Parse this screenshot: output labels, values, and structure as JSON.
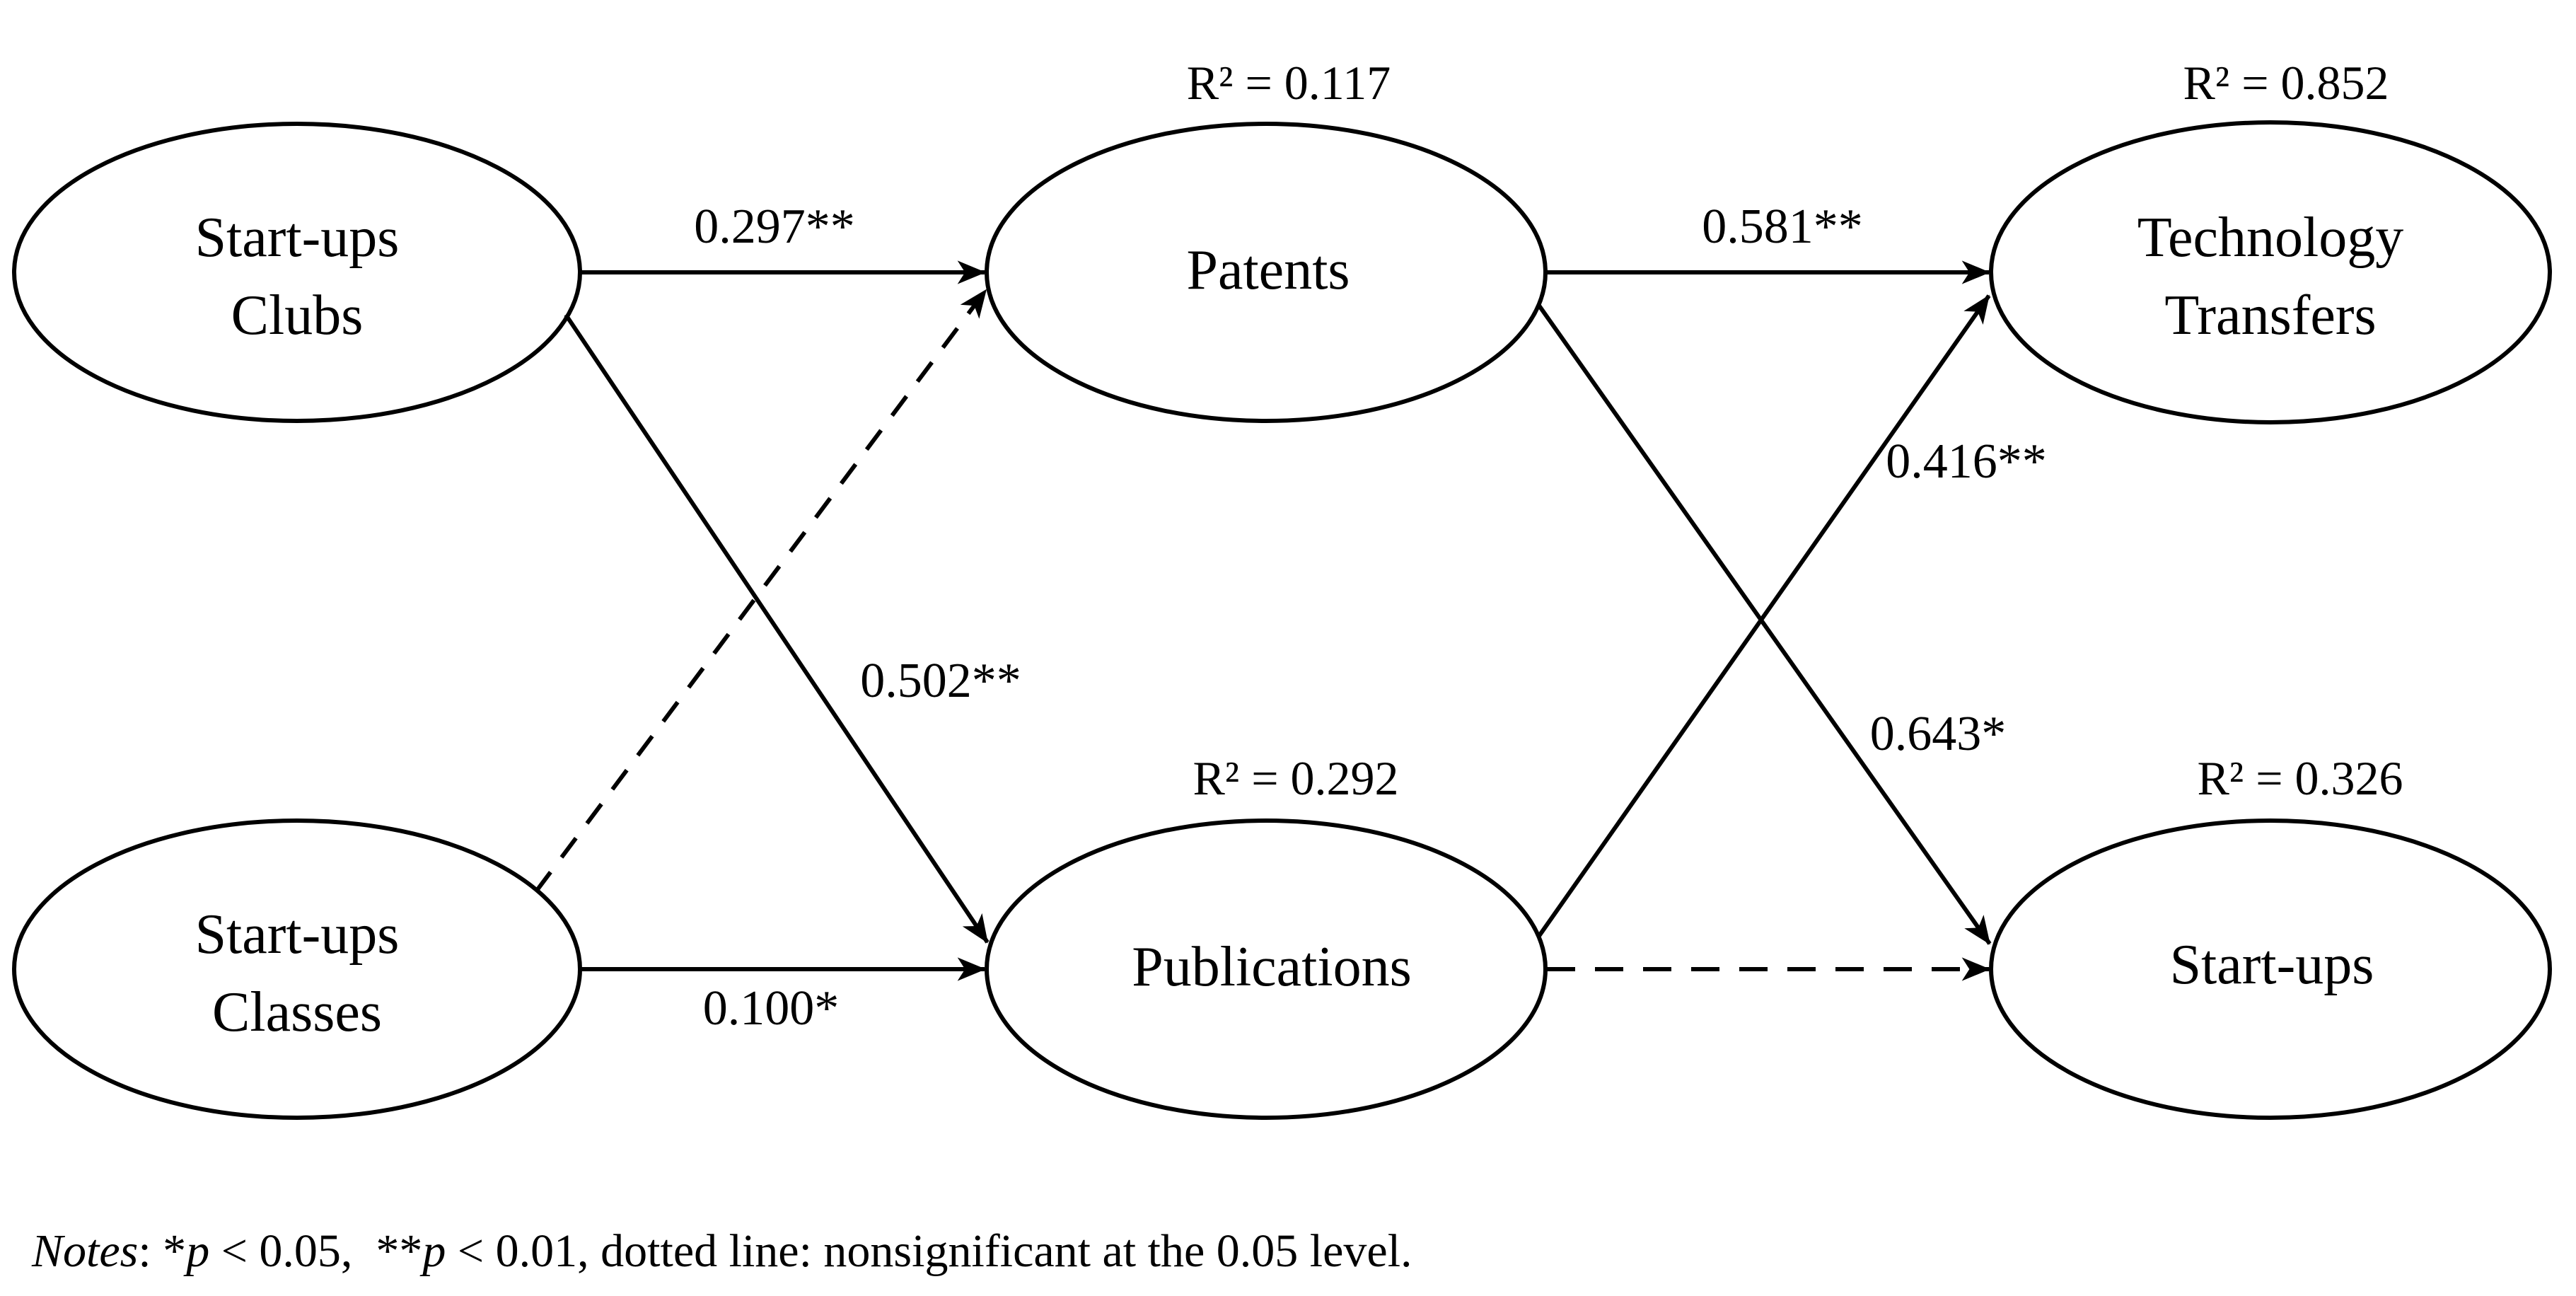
{
  "figure": {
    "type": "sem-path-diagram",
    "background": "#ffffff",
    "ink": "#000000"
  },
  "nodes": [
    {
      "id": "start-ups-clubs",
      "lines": [
        "Start-ups",
        "Clubs"
      ],
      "r2": ""
    },
    {
      "id": "start-ups-classes",
      "lines": [
        "Start-ups",
        "Classes"
      ],
      "r2": ""
    },
    {
      "id": "patents",
      "lines": [
        "Patents"
      ],
      "r2": "R² = 0.117"
    },
    {
      "id": "publications",
      "lines": [
        "Publications"
      ],
      "r2": "R² = 0.292"
    },
    {
      "id": "technology-transfers",
      "lines": [
        "Technology",
        "Transfers"
      ],
      "r2": "R² = 0.852"
    },
    {
      "id": "start-ups",
      "lines": [
        "Start-ups"
      ],
      "r2": "R² = 0.326"
    }
  ],
  "edges": [
    {
      "from": "Start-ups Clubs",
      "to": "Patents",
      "label": "0.297**",
      "style": "solid",
      "significant": true
    },
    {
      "from": "Start-ups Clubs",
      "to": "Publications",
      "label": "0.502**",
      "style": "solid",
      "significant": true
    },
    {
      "from": "Start-ups Classes",
      "to": "Patents",
      "label": "",
      "style": "dashed",
      "significant": false
    },
    {
      "from": "Start-ups Classes",
      "to": "Publications",
      "label": "0.100*",
      "style": "solid",
      "significant": true
    },
    {
      "from": "Patents",
      "to": "Technology Transfers",
      "label": "0.581**",
      "style": "solid",
      "significant": true
    },
    {
      "from": "Patents",
      "to": "Start-ups",
      "label": "0.643*",
      "style": "solid",
      "significant": true
    },
    {
      "from": "Publications",
      "to": "Technology Transfers",
      "label": "0.416**",
      "style": "solid",
      "significant": true
    },
    {
      "from": "Publications",
      "to": "Start-ups",
      "label": "",
      "style": "dashed",
      "significant": false
    }
  ],
  "notes": {
    "segments": [
      {
        "text": "Notes",
        "italic": true
      },
      {
        "text": ": *",
        "italic": false
      },
      {
        "text": "p",
        "italic": true
      },
      {
        "text": " < 0.05,  **",
        "italic": false
      },
      {
        "text": "p",
        "italic": true
      },
      {
        "text": " < 0.01, dotted line: nonsignificant at the 0.05 level.",
        "italic": false
      }
    ]
  }
}
